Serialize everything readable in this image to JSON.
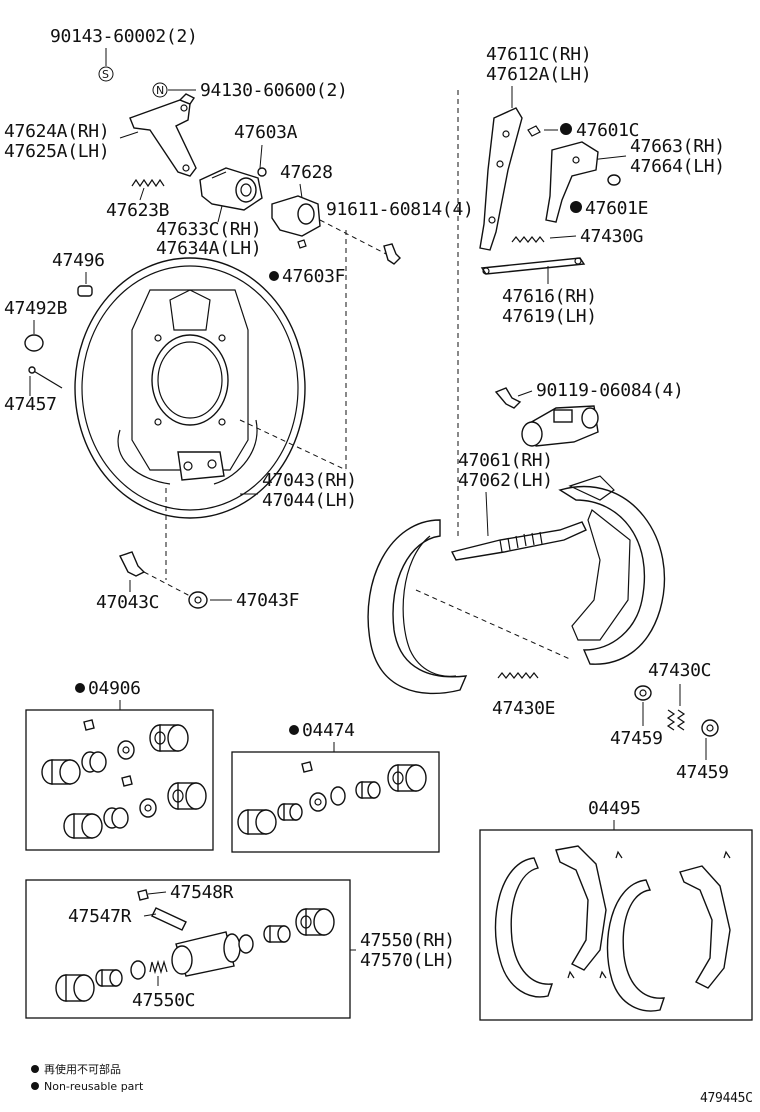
{
  "labels": {
    "p90143": "90143-60002(2)",
    "p94130": "94130-60600(2)",
    "p47624": "47624A(RH)",
    "p47625": "47625A(LH)",
    "p47603A": "47603A",
    "p47623B": "47623B",
    "p47628": "47628",
    "p47633C": "47633C(RH)",
    "p47634A": "47634A(LH)",
    "p91611": "91611-60814(4)",
    "p47496": "47496",
    "p47603F": "47603F",
    "p47492B": "47492B",
    "p47457": "47457",
    "p47043RH": "47043(RH)",
    "p47044LH": "47044(LH)",
    "p47043C": "47043C",
    "p47043F": "47043F",
    "p47611C": "47611C(RH)",
    "p47612A": "47612A(LH)",
    "p47601C": "47601C",
    "p47663": "47663(RH)",
    "p47664": "47664(LH)",
    "p47601E": "47601E",
    "p47430G": "47430G",
    "p47616": "47616(RH)",
    "p47619": "47619(LH)",
    "p90119": "90119-06084(4)",
    "p47061": "47061(RH)",
    "p47062": "47062(LH)",
    "p47430C": "47430C",
    "p47430E": "47430E",
    "p47459a": "47459",
    "p47459b": "47459",
    "p04906": "04906",
    "p04474": "04474",
    "p04495": "04495",
    "p47548R": "47548R",
    "p47547R": "47547R",
    "p47550C": "47550C",
    "p47550": "47550(RH)",
    "p47570": "47570(LH)"
  },
  "markers": {
    "s": "S",
    "n": "N"
  },
  "legend": {
    "jp": "再使用不可部品",
    "en": "Non-reusable part"
  },
  "diagram_id": "479445C"
}
